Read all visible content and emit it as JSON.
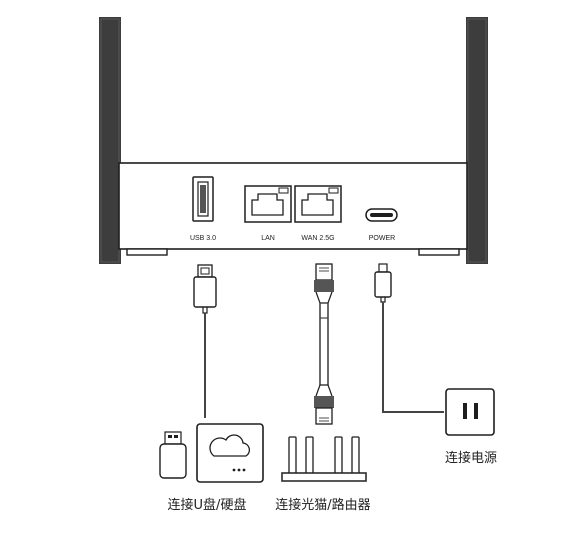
{
  "ports": {
    "usb": "USB 3.0",
    "lan": "LAN",
    "wan": "WAN 2.5G",
    "power": "POWER"
  },
  "captions": {
    "power": "连接电源",
    "storage": "连接U盘/硬盘",
    "modem": "连接光猫/路由器"
  },
  "colors": {
    "antenna": "#3d3d3d",
    "outline": "#1e1e1e",
    "cable": "#444444"
  }
}
